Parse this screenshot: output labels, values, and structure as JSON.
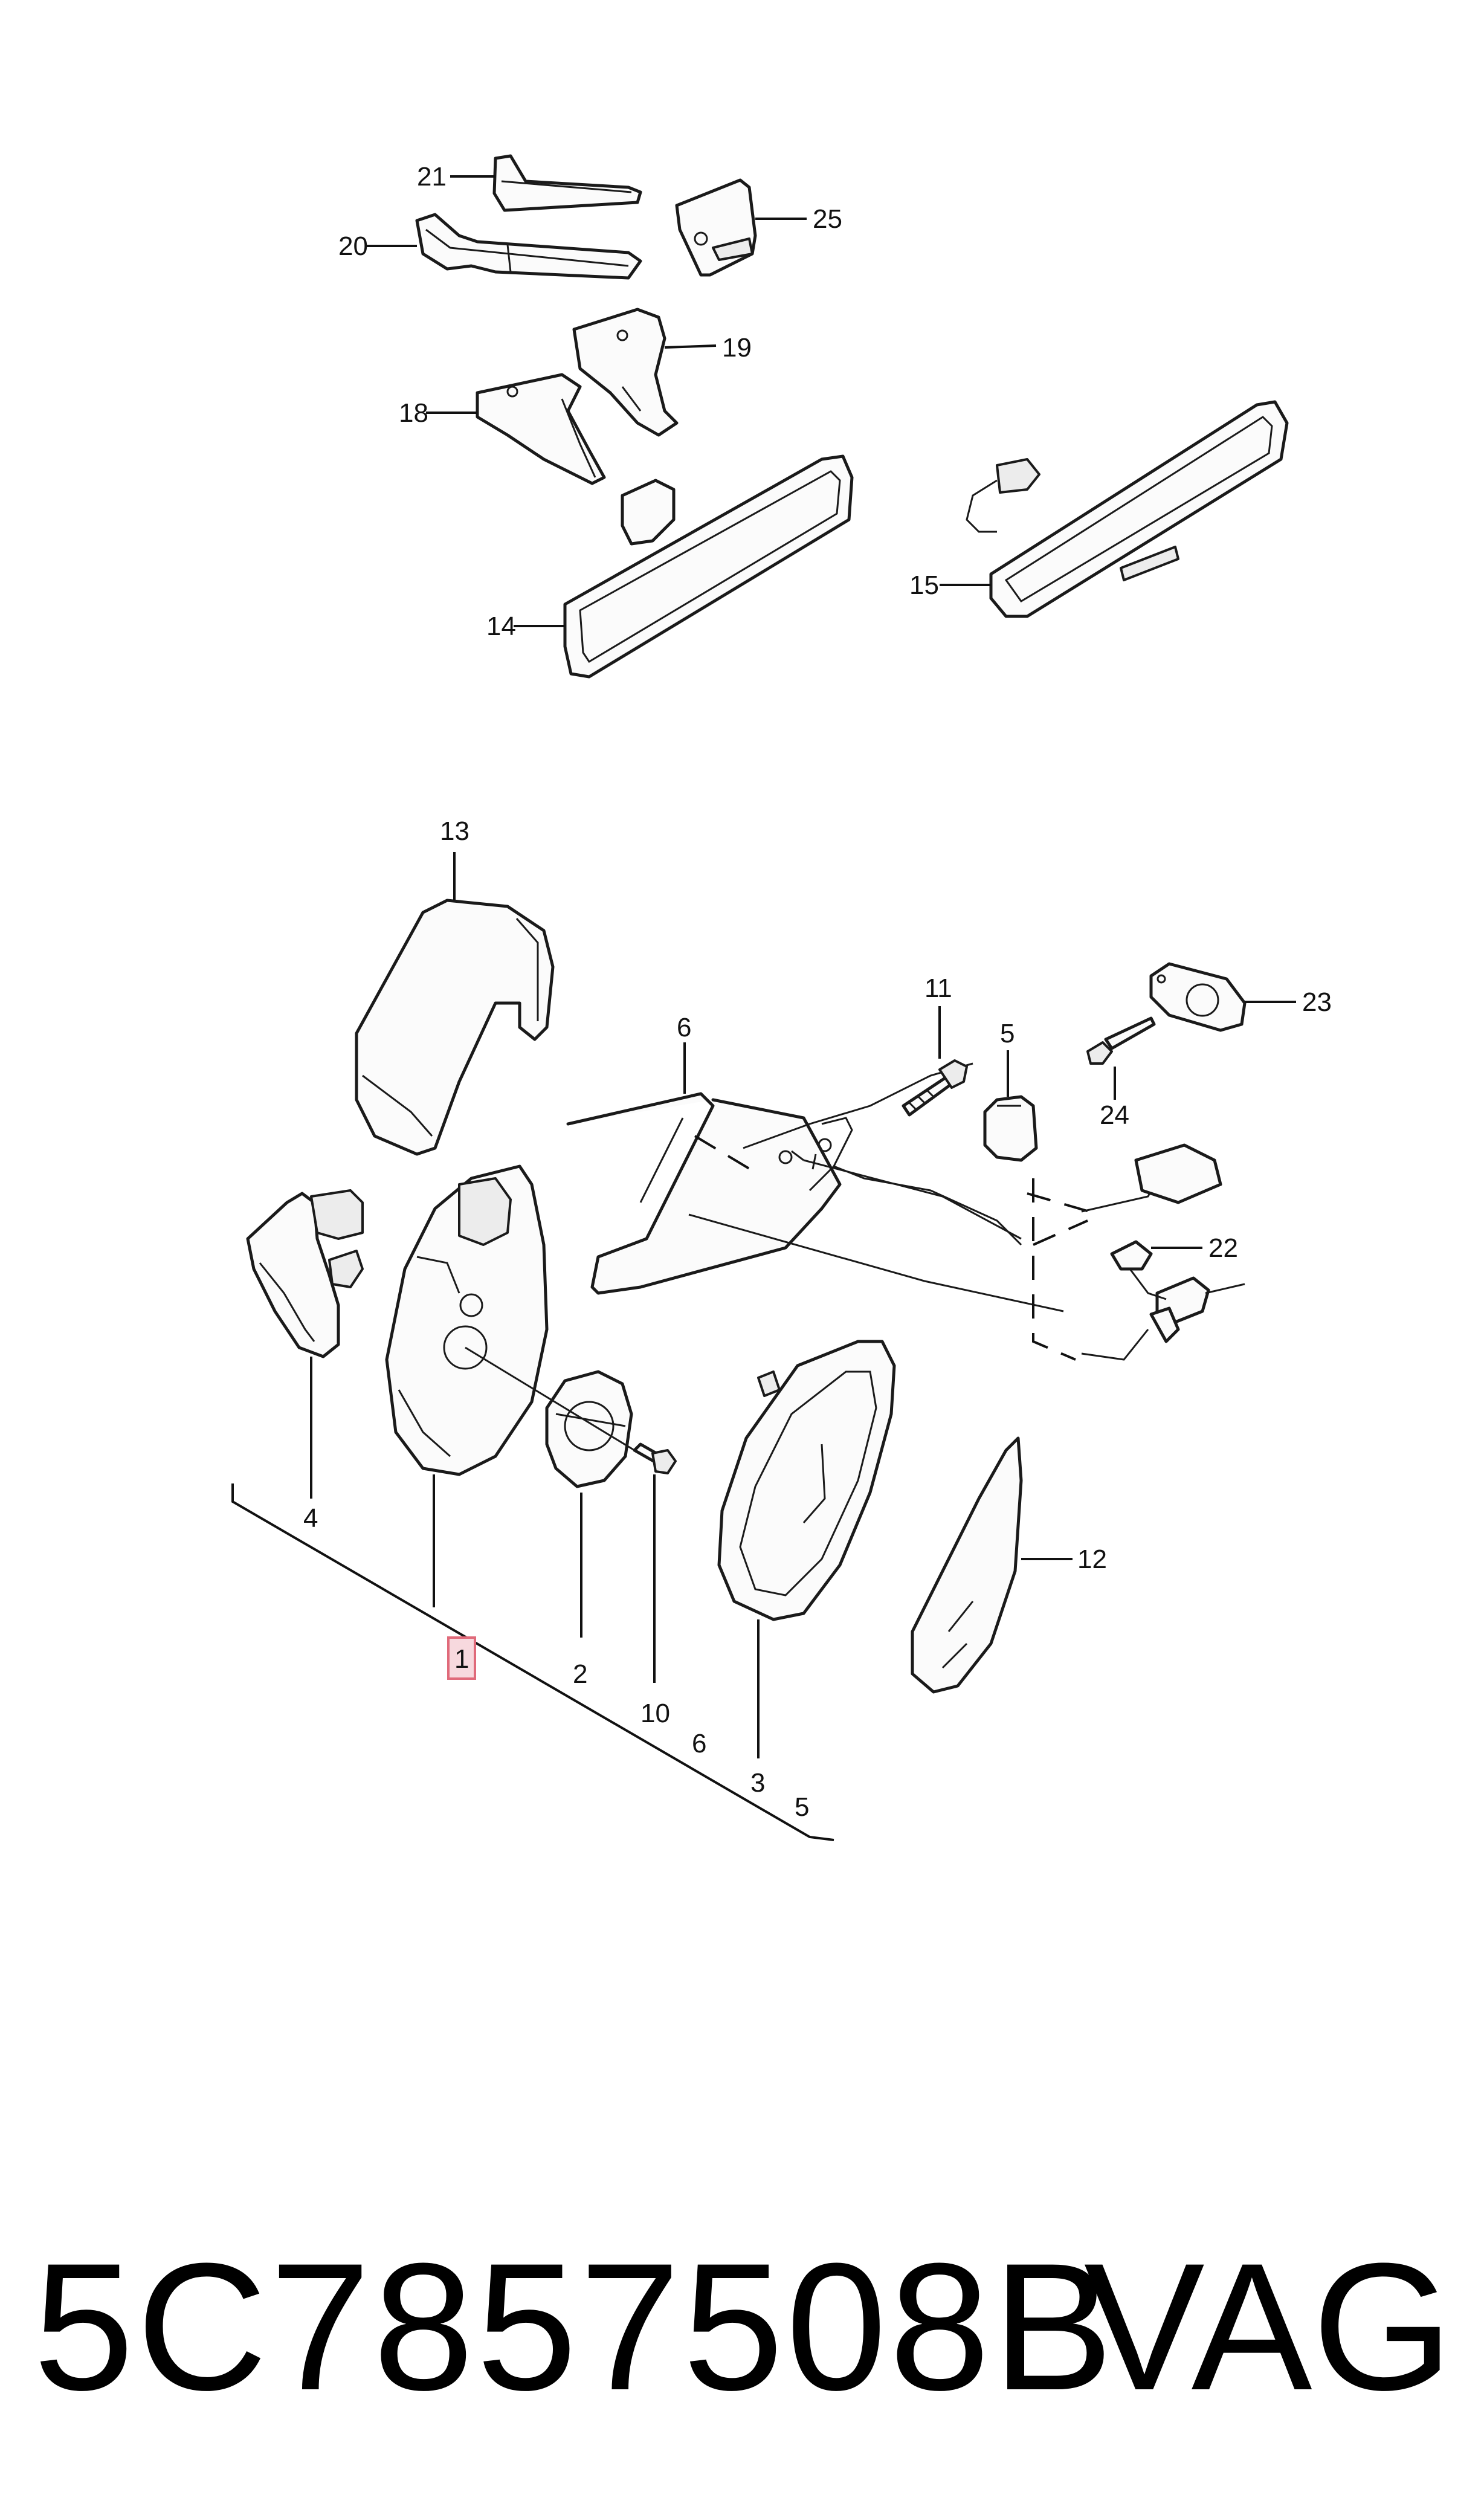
{
  "labels": {
    "l21": "21",
    "l20": "20",
    "l25": "25",
    "l19": "19",
    "l18": "18",
    "l14": "14",
    "l15": "15",
    "l13": "13",
    "l6a": "6",
    "l11": "11",
    "l5a": "5",
    "l23": "23",
    "l24": "24",
    "l22": "22",
    "l4": "4",
    "l12": "12",
    "l1": "1",
    "l2": "2",
    "l10": "10",
    "l6b": "6",
    "l3": "3",
    "l5b": "5"
  },
  "footer": {
    "part_number": "5C7857508B",
    "brand": "VAG"
  },
  "colors": {
    "highlight_fill": "#f7d9de",
    "highlight_stroke": "#e06a7a",
    "line": "#111111"
  }
}
